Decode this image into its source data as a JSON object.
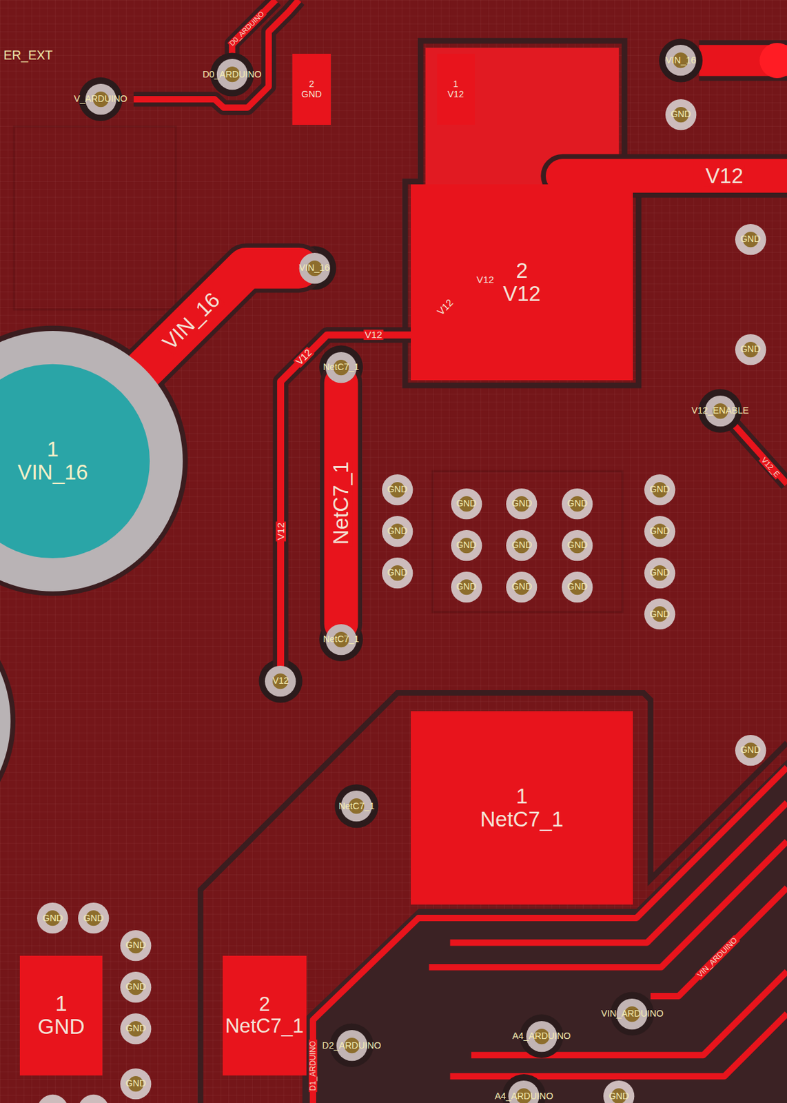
{
  "diagram": {
    "nodes": [
      {
        "text": [
          "2",
          "GND"
        ]
      },
      {
        "text": [
          "1",
          "V12"
        ]
      },
      {
        "text": [
          "D0_ARDUINO"
        ]
      },
      {
        "text": [
          "V_ARDUINO"
        ]
      },
      {
        "text": [
          "VIN_16"
        ]
      },
      {
        "text": [
          "GND"
        ]
      },
      {
        "text": [
          "GND"
        ]
      },
      {
        "text": [
          "VIN_16"
        ]
      },
      {
        "text": [
          "2",
          "V12"
        ]
      },
      {
        "text": [
          "1",
          "VIN_16"
        ]
      },
      {
        "text": [
          "GND"
        ]
      },
      {
        "text": [
          "NetC7_1"
        ]
      },
      {
        "text": [
          "V12_ENABLE"
        ]
      },
      {
        "text": [
          "GND"
        ]
      },
      {
        "text": [
          "GND"
        ]
      },
      {
        "text": [
          "GND"
        ]
      },
      {
        "text": [
          "GND"
        ]
      },
      {
        "text": [
          "GND"
        ]
      },
      {
        "text": [
          "GND"
        ]
      },
      {
        "text": [
          "GND"
        ]
      },
      {
        "text": [
          "GND"
        ]
      },
      {
        "text": [
          "GND"
        ]
      },
      {
        "text": [
          "GND"
        ]
      },
      {
        "text": [
          "GND"
        ]
      },
      {
        "text": [
          "GND"
        ]
      },
      {
        "text": [
          "GND"
        ]
      },
      {
        "text": [
          "GND"
        ]
      },
      {
        "text": [
          "GND"
        ]
      },
      {
        "text": [
          "GND"
        ]
      },
      {
        "text": [
          "NetC7_1"
        ]
      },
      {
        "text": [
          "V12"
        ]
      },
      {
        "text": [
          "1",
          "NetC7_1"
        ]
      },
      {
        "text": [
          "GND"
        ]
      },
      {
        "text": [
          "NetC7_1"
        ]
      },
      {
        "text": [
          "GND"
        ]
      },
      {
        "text": [
          "GND"
        ]
      },
      {
        "text": [
          "GND"
        ]
      },
      {
        "text": [
          "1",
          "GND"
        ]
      },
      {
        "text": [
          "2",
          "NetC7_1"
        ]
      },
      {
        "text": [
          "GND"
        ]
      },
      {
        "text": [
          "GND"
        ]
      },
      {
        "text": [
          "VIN_ARDUINO"
        ]
      },
      {
        "text": [
          "A4_ARDUINO"
        ]
      },
      {
        "text": [
          "D2_ARDUINO"
        ]
      },
      {
        "text": [
          "GND"
        ]
      },
      {
        "text": [
          "A4_ARDUINO"
        ]
      },
      {
        "text": [
          "GND"
        ]
      }
    ],
    "edges": [
      {
        "from": 9,
        "to": 7,
        "arrow": "none",
        "label": "VIN_16"
      },
      {
        "from": 8,
        "to": 30,
        "arrow": "none",
        "label": "V12"
      },
      {
        "from": 11,
        "to": 29,
        "arrow": "none",
        "label": "NetC7_1"
      }
    ],
    "labels": [
      "ER_EXT",
      "D0_ARDUINO",
      "V12",
      "V12",
      "V12",
      "V12",
      "V12",
      "V12_E",
      "VIN_ARDUINO",
      "D1_ARDUINO"
    ]
  }
}
